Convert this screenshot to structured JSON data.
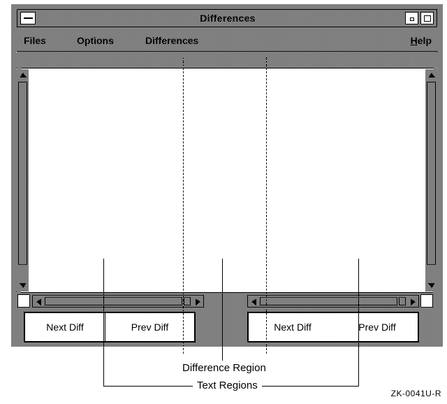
{
  "window": {
    "title": "Differences",
    "menu_button": "window-menu",
    "minimize_label": "Minimize",
    "maximize_label": "Maximize"
  },
  "menubar": {
    "items": [
      {
        "label": "Files"
      },
      {
        "label": "Options"
      },
      {
        "label": "Differences"
      }
    ],
    "help": {
      "mnemonic": "H",
      "rest": "elp"
    }
  },
  "panes": {
    "left": {
      "next_diff": "Next Diff",
      "prev_diff": "Prev Diff"
    },
    "right": {
      "next_diff": "Next Diff",
      "prev_diff": "Prev Diff"
    }
  },
  "annotations": {
    "difference_region": "Difference Region",
    "text_regions": "Text Regions"
  },
  "figure_id": "ZK-0041U-R"
}
